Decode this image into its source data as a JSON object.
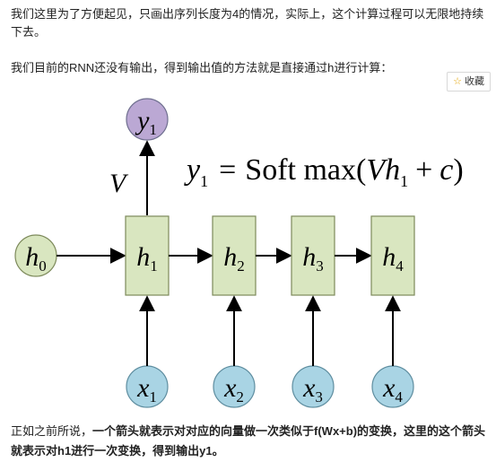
{
  "article": {
    "p1": "我们这里为了方便起见，只画出序列长度为4的情况，实际上，这个计算过程可以无限地持续下去。",
    "p2": "我们目前的RNN还没有输出，得到输出值的方法就是直接通过h进行计算：",
    "p3_prefix": "正如之前所说，",
    "p3_bold": "一个箭头就表示对对应的向量做一次类似于f(Wx+b)的变换，这里的这个箭头就表示对h1进行一次变换，得到输出y1。"
  },
  "toolbar": {
    "favorite_icon": "star-icon",
    "favorite_label": "收藏"
  },
  "figure": {
    "formula": {
      "lhs": "y",
      "lhs_sub": "1",
      "eq": "=",
      "func": "Soft max",
      "open": "(",
      "V": "V",
      "h": "h",
      "h_sub": "1",
      "plus": "+",
      "c": "c",
      "close": ")"
    },
    "output_node": {
      "label": "y",
      "sub": "1"
    },
    "V_label": "V",
    "initial_state": {
      "label": "h",
      "sub": "0"
    },
    "hidden_states": [
      {
        "label": "h",
        "sub": "1"
      },
      {
        "label": "h",
        "sub": "2"
      },
      {
        "label": "h",
        "sub": "3"
      },
      {
        "label": "h",
        "sub": "4"
      }
    ],
    "inputs": [
      {
        "label": "x",
        "sub": "1"
      },
      {
        "label": "x",
        "sub": "2"
      },
      {
        "label": "x",
        "sub": "3"
      },
      {
        "label": "x",
        "sub": "4"
      }
    ],
    "colors": {
      "hidden_fill": "#d9e6c0",
      "hidden_stroke": "#7d8a5b",
      "output_fill": "#bba8d4",
      "input_fill": "#a9d4e4",
      "initial_fill": "#d9e6c0",
      "arrow": "#000000"
    }
  }
}
